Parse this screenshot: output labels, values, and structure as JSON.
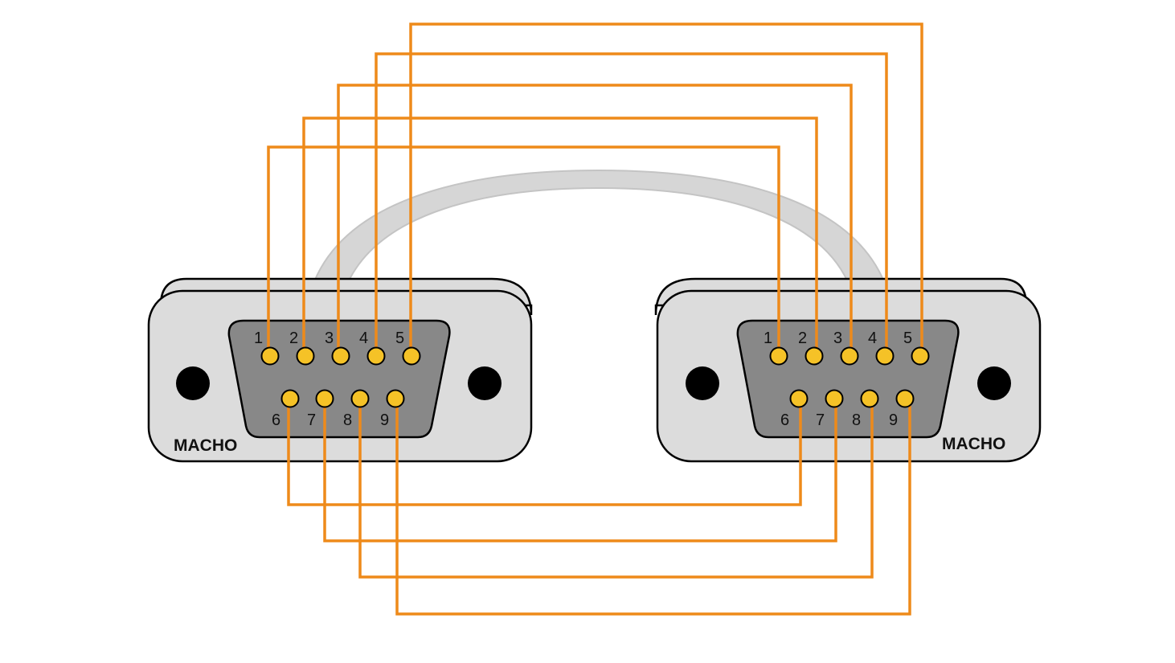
{
  "colors": {
    "wire": "#ee8a1a",
    "pin": "#f5c227",
    "shell": "#dcdcdc",
    "face": "#888888",
    "hole": "#000000",
    "cable": "#d6d6d6"
  },
  "connectors": [
    {
      "id": "left",
      "label": "MACHO",
      "pins": [
        "1",
        "2",
        "3",
        "4",
        "5",
        "6",
        "7",
        "8",
        "9"
      ]
    },
    {
      "id": "right",
      "label": "MACHO",
      "pins": [
        "1",
        "2",
        "3",
        "4",
        "5",
        "6",
        "7",
        "8",
        "9"
      ]
    }
  ],
  "wiring": [
    {
      "from": "1",
      "to": "1"
    },
    {
      "from": "2",
      "to": "2"
    },
    {
      "from": "3",
      "to": "3"
    },
    {
      "from": "4",
      "to": "4"
    },
    {
      "from": "5",
      "to": "5"
    },
    {
      "from": "6",
      "to": "6"
    },
    {
      "from": "7",
      "to": "7"
    },
    {
      "from": "8",
      "to": "8"
    },
    {
      "from": "9",
      "to": "9"
    }
  ]
}
